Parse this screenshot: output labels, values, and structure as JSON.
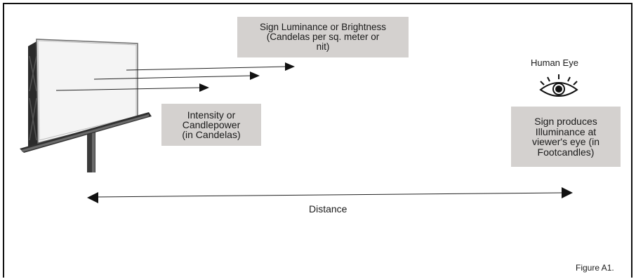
{
  "diagram": {
    "luminance_label": "Sign Luminance or Brightness\n(Candelas per sq. meter or\nnit)",
    "intensity_label": "Intensity or\nCandlepower\n(in Candelas)",
    "eye_label": "Human Eye",
    "illuminance_label": "Sign produces\nIlluminance at\nviewer's eye (in\nFootcandles)",
    "distance_label": "Distance",
    "figure_label": "Figure A1."
  },
  "icons": {
    "billboard": "billboard-icon",
    "eye": "eye-icon"
  }
}
